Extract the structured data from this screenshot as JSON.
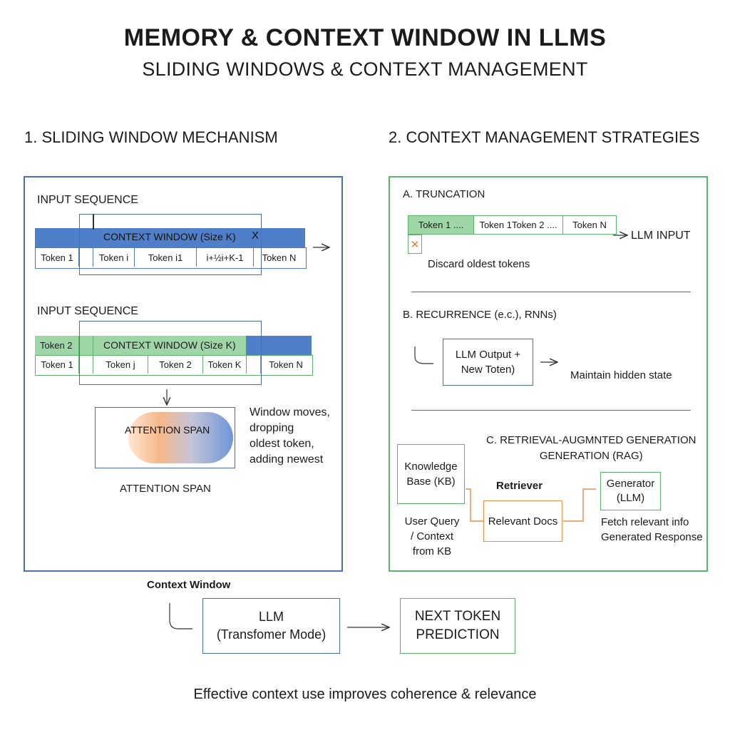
{
  "title": "MEMORY & CONTEXT WINDOW IN LLMS",
  "subtitle": "SLIDING WINDOWS & CONTEXT MANAGEMENT",
  "left": {
    "heading": "1. SLIDING WINDOW MECHANISM",
    "seq1": {
      "label": "INPUT SEQUENCE",
      "window_label": "CONTEXT WINDOW (Size K)",
      "mark": "X",
      "tokens": [
        "Token 1",
        "Token i",
        "Token i1",
        "i+½i+K-1",
        "Token N"
      ]
    },
    "seq2": {
      "label": "INPUT SEQUENCE",
      "first_token": "Token 2",
      "window_label": "CONTEXT WINDOW (Size K)",
      "tokens": [
        "Token 1",
        "Token j",
        "Token 2",
        "Token K",
        "Token N"
      ]
    },
    "attention_box": "ATTENTION SPAN",
    "attention_caption": "ATTENTION SPAN",
    "note_lines": [
      "Window moves,",
      "dropping",
      "oldest token,",
      "adding newest"
    ]
  },
  "right": {
    "heading": "2. CONTEXT MANAGEMENT STRATEGIES",
    "a": {
      "title": "A. TRUNCATION",
      "tokens": [
        "Token 1 ....",
        "Token 1Token 2 ....",
        "Token N"
      ],
      "output": "LLM INPUT",
      "x_mark": "✕",
      "caption": "Discard oldest tokens"
    },
    "b": {
      "title": "B. RECURRENCE (e.c.), RNNs)",
      "box_lines": [
        "LLM Output +",
        "New Toten)"
      ],
      "caption": "Maintain hidden state"
    },
    "c": {
      "title_lines": [
        "C. RETRIEVAL-AUGMNTED GENERATION",
        "GENERATION (RAG)"
      ],
      "kb_lines": [
        "Knowledge",
        "Base (KB)"
      ],
      "retriever": "Retriever",
      "docs": "Relevant Docs",
      "generator_lines": [
        "Generator",
        "(LLM)"
      ],
      "query_lines": [
        "User Query",
        "/ Context",
        "from KB"
      ],
      "fetch_lines": [
        "Fetch relevant info",
        "Generated Response"
      ]
    }
  },
  "bottom": {
    "context_label": "Context Window",
    "llm_lines": [
      "LLM",
      "(Transfomer Mode)"
    ],
    "next_lines": [
      "NEXT TOKEN",
      "PREDICTION"
    ],
    "footer": "Effective context use improves coherence & relevance"
  },
  "colors": {
    "blue": "#4a6fb5",
    "blue_fill": "#4f7fc9",
    "green": "#5cb36a",
    "green_fill": "#9fd6a8",
    "orange": "#e8924a"
  }
}
